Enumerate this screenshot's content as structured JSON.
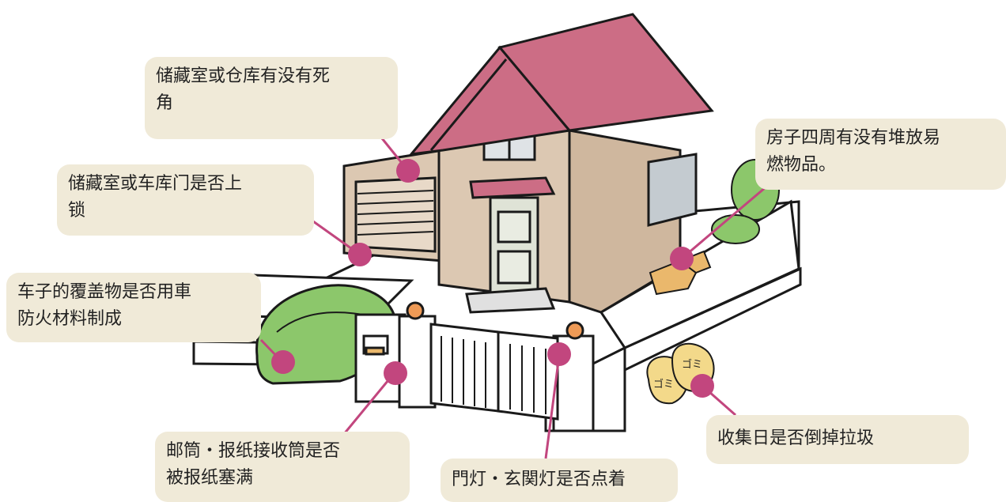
{
  "colors": {
    "callout_bg": "#f0ead8",
    "leader": "#c2467e",
    "roof": "#cc6d85",
    "wall": "#dcc8b2",
    "car": "#8cc76b",
    "bag": "#f3d98a",
    "lamp": "#ee9a56"
  },
  "bag_text": "ゴミ",
  "callouts": {
    "storage_blind_spot": {
      "line1": "储藏室或仓库有没有死",
      "line2": "角"
    },
    "storage_lock": {
      "line1": "储藏室或车库门是否上",
      "line2": "锁"
    },
    "car_cover": {
      "line1": "车子的覆盖物是否用車",
      "line2": "防火材料制成"
    },
    "mailbox": {
      "line1": "邮筒・报纸接收筒是否",
      "line2": "被报纸塞满"
    },
    "gate_light": {
      "line1": "門灯・玄関灯是否点着"
    },
    "flammables": {
      "line1": "房子四周有没有堆放易",
      "line2": "燃物品。"
    },
    "garbage": {
      "line1": "收集日是否倒掉拉圾"
    }
  }
}
